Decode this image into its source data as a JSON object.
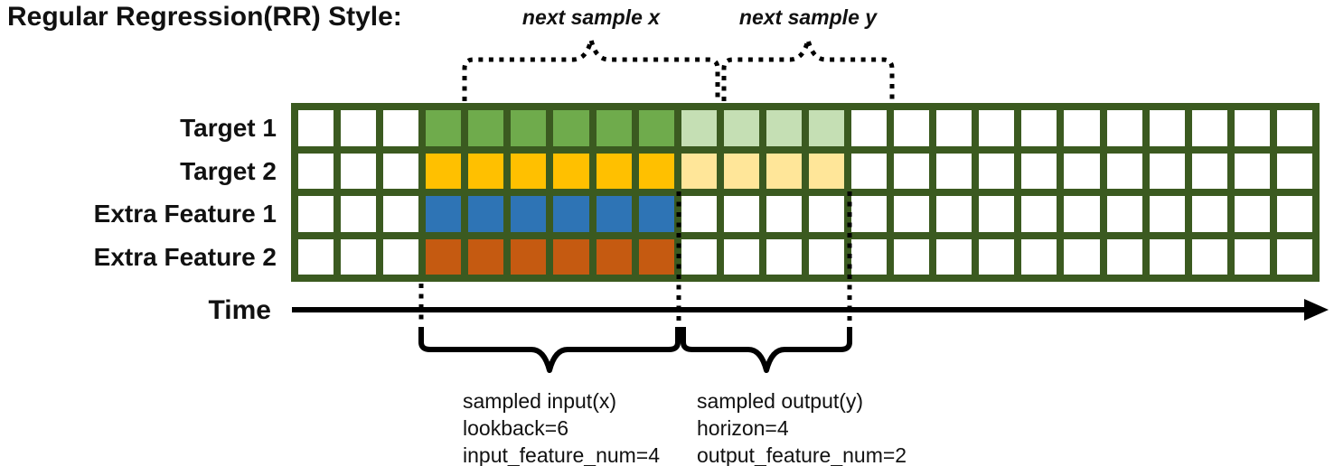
{
  "title": "Regular Regression(RR) Style:",
  "top_braces": {
    "next_x_label": "next sample x",
    "next_y_label": "next sample y"
  },
  "time_axis": {
    "label": "Time"
  },
  "grid": {
    "num_columns": 24,
    "lead_empty_columns": 3,
    "lookback": 6,
    "horizon": 4,
    "line_color": "#3B5A20",
    "cell_color": "#FFFFFF",
    "rows": [
      {
        "label": "Target 1",
        "input_color": "#6FAB4C",
        "output_color": "#C5DFB4"
      },
      {
        "label": "Target 2",
        "input_color": "#FFC000",
        "output_color": "#FFE699"
      },
      {
        "label": "Extra Feature 1",
        "input_color": "#2E74B5",
        "output_color": null
      },
      {
        "label": "Extra Feature 2",
        "input_color": "#C55A11",
        "output_color": null
      }
    ]
  },
  "input_annotation": {
    "lines": [
      "sampled input(x)",
      "lookback=6",
      "input_feature_num=4"
    ]
  },
  "output_annotation": {
    "lines": [
      "sampled output(y)",
      "horizon=4",
      "output_feature_num=2"
    ]
  }
}
